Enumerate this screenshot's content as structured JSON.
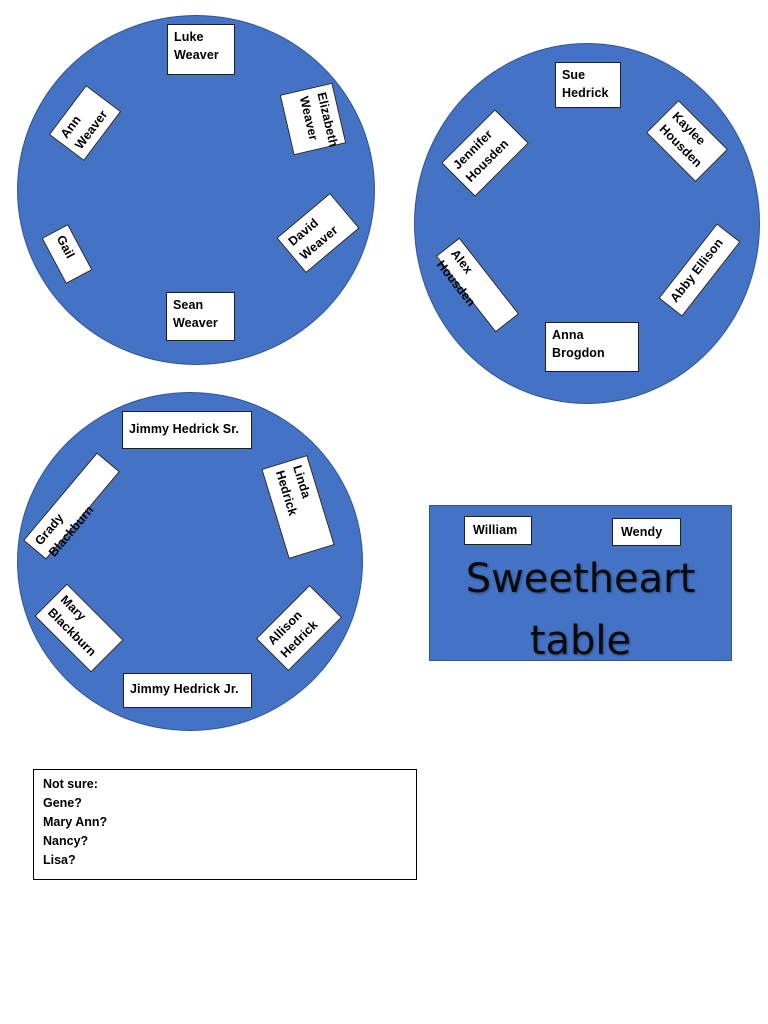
{
  "colors": {
    "table_fill": "#4472c4",
    "table_border": "#2f5597",
    "card_fill": "#ffffff"
  },
  "table1": {
    "seats": [
      {
        "line1": "Luke",
        "line2": "Weaver"
      },
      {
        "line1": "Elizabeth",
        "line2": "Weaver"
      },
      {
        "line1": "Ann",
        "line2": "Weaver"
      },
      {
        "line1": "Gail",
        "line2": ""
      },
      {
        "line1": "David",
        "line2": "Weaver"
      },
      {
        "line1": "Sean",
        "line2": "Weaver"
      }
    ]
  },
  "table2": {
    "seats": [
      {
        "line1": "Sue",
        "line2": "Hedrick"
      },
      {
        "line1": "Jennifer",
        "line2": "Housden"
      },
      {
        "line1": "Kaylee",
        "line2": "Housden"
      },
      {
        "line1": "Alex Housden",
        "line2": ""
      },
      {
        "line1": "Abby Ellison",
        "line2": ""
      },
      {
        "line1": "Anna",
        "line2": "Brogdon"
      }
    ]
  },
  "table3": {
    "seats": [
      {
        "line1": "Jimmy Hedrick Sr.",
        "line2": ""
      },
      {
        "line1": "Linda",
        "line2": "Hedrick"
      },
      {
        "line1": "Grady Blackburn",
        "line2": ""
      },
      {
        "line1": "Mary",
        "line2": "Blackburn"
      },
      {
        "line1": "Allison",
        "line2": "Hedrick"
      },
      {
        "line1": "Jimmy Hedrick Jr.",
        "line2": ""
      }
    ]
  },
  "sweetheart": {
    "seats": [
      "William",
      "Wendy"
    ],
    "title_line1": "Sweetheart",
    "title_line2": "table"
  },
  "notes": {
    "lines": [
      "Not sure:",
      "Gene?",
      "Mary Ann?",
      "Nancy?",
      "Lisa?"
    ]
  }
}
